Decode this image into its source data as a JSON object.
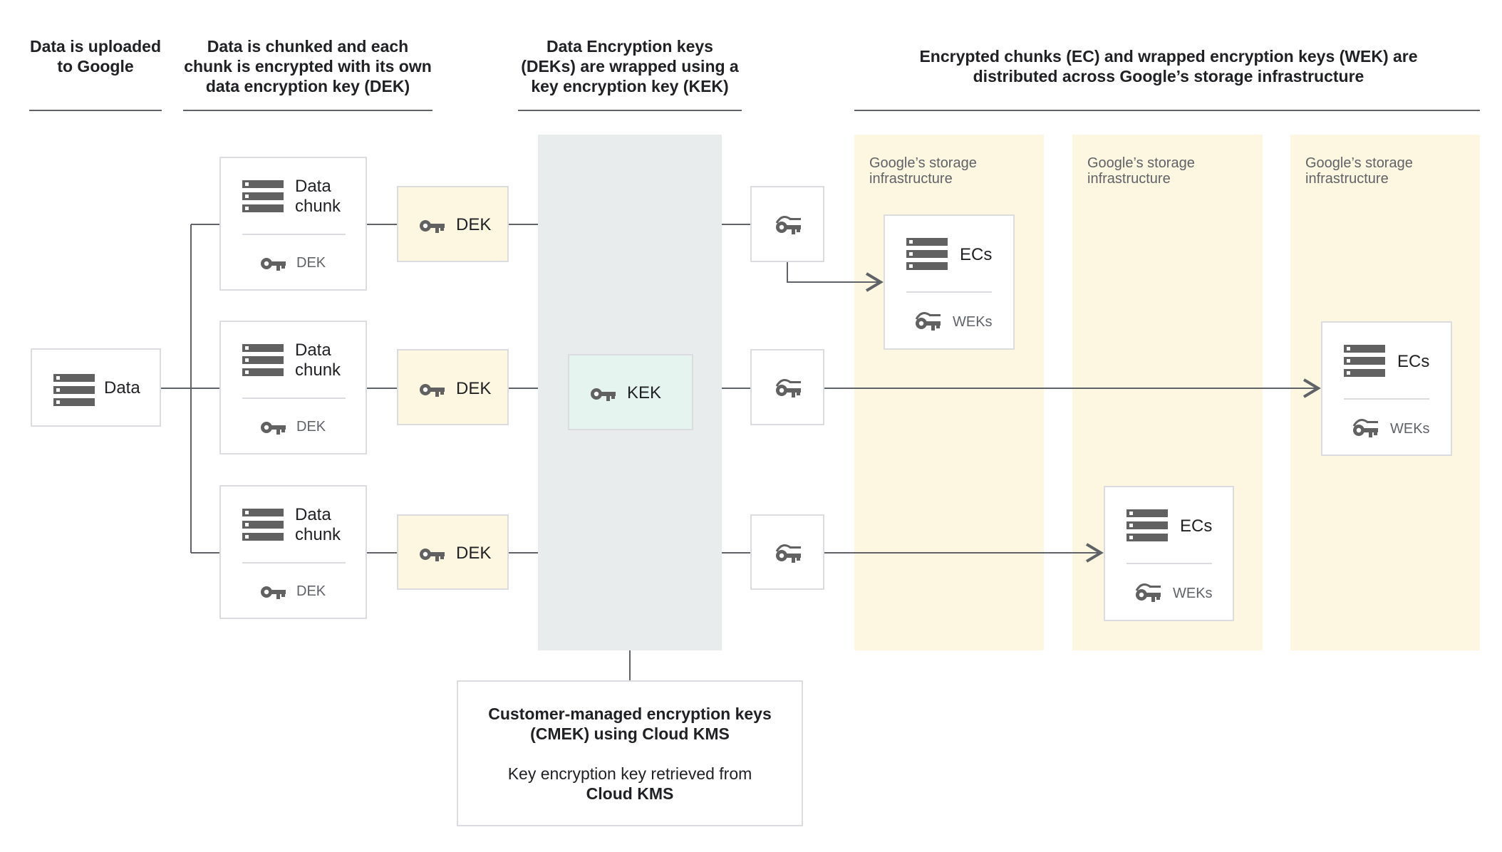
{
  "headers": {
    "upload": "Data is uploaded to Google",
    "chunk": "Data is chunked and each chunk is encrypted with its own data encryption key (DEK)",
    "wrap": "Data Encryption keys (DEKs) are wrapped using a key encryption key (KEK)",
    "distribute": "Encrypted chunks (EC) and wrapped encryption keys (WEK) are distributed across Google’s storage infrastructure"
  },
  "data_box": {
    "label": "Data",
    "icon": "server-stack-icon"
  },
  "chunks": [
    {
      "label_line1": "Data",
      "label_line2": "chunk",
      "key_label": "DEK"
    },
    {
      "label_line1": "Data",
      "label_line2": "chunk",
      "key_label": "DEK"
    },
    {
      "label_line1": "Data",
      "label_line2": "chunk",
      "key_label": "DEK"
    }
  ],
  "deks": [
    {
      "label": "DEK"
    },
    {
      "label": "DEK"
    },
    {
      "label": "DEK"
    }
  ],
  "kek": {
    "label": "KEK"
  },
  "storage": [
    {
      "title_line1": "Google’s storage",
      "title_line2": "infrastructure",
      "ec_label": "ECs",
      "wek_label": "WEKs"
    },
    {
      "title_line1": "Google’s storage",
      "title_line2": "infrastructure",
      "ec_label": "ECs",
      "wek_label": "WEKs"
    },
    {
      "title_line1": "Google’s storage",
      "title_line2": "infrastructure",
      "ec_label": "ECs",
      "wek_label": "WEKs"
    }
  ],
  "cmek": {
    "title_line1": "Customer-managed encryption keys",
    "title_line2": "(CMEK) using Cloud KMS",
    "body_line1": "Key encryption key retrieved from",
    "body_line2": "Cloud KMS"
  },
  "colors": {
    "dek_fill": "#fdf6e0",
    "kek_column": "#e8ecec",
    "kek_fill": "#e6f4ef",
    "storage_fill": "#fdf6e0",
    "icon": "#616161"
  }
}
